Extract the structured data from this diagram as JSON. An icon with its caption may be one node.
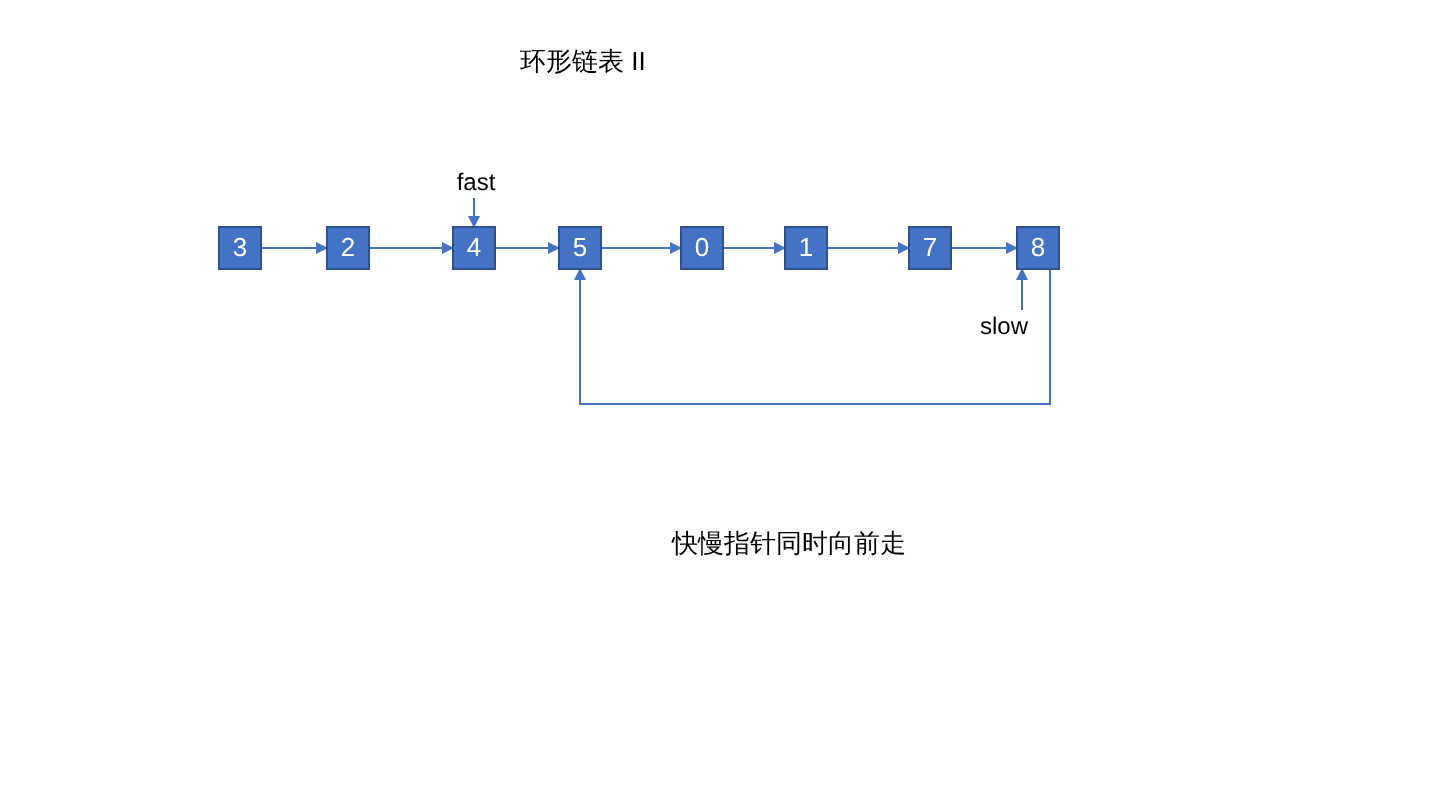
{
  "diagram": {
    "title": "环形链表 II",
    "nodes": [
      {
        "text": [
          "3"
        ]
      },
      {
        "text": [
          "2"
        ]
      },
      {
        "text": [
          "4"
        ]
      },
      {
        "text": [
          "5"
        ]
      },
      {
        "text": [
          "0"
        ]
      },
      {
        "text": [
          "1"
        ]
      },
      {
        "text": [
          "7"
        ]
      },
      {
        "text": [
          "8"
        ]
      },
      {
        "text": [
          "fast"
        ]
      },
      {
        "text": [
          "slow"
        ]
      }
    ],
    "edges": [
      {
        "from": 0,
        "to": 1,
        "arrow": "to"
      },
      {
        "from": 1,
        "to": 2,
        "arrow": "to"
      },
      {
        "from": 2,
        "to": 3,
        "arrow": "to"
      },
      {
        "from": 3,
        "to": 4,
        "arrow": "to"
      },
      {
        "from": 4,
        "to": 5,
        "arrow": "to"
      },
      {
        "from": 5,
        "to": 6,
        "arrow": "to"
      },
      {
        "from": 6,
        "to": 7,
        "arrow": "to"
      },
      {
        "from": 8,
        "to": 2,
        "arrow": "to"
      },
      {
        "from": 9,
        "to": 7,
        "arrow": "to"
      },
      {
        "from": 7,
        "to": 3,
        "arrow": "to"
      }
    ],
    "labels": [
      "快慢指针同时向前走"
    ]
  }
}
